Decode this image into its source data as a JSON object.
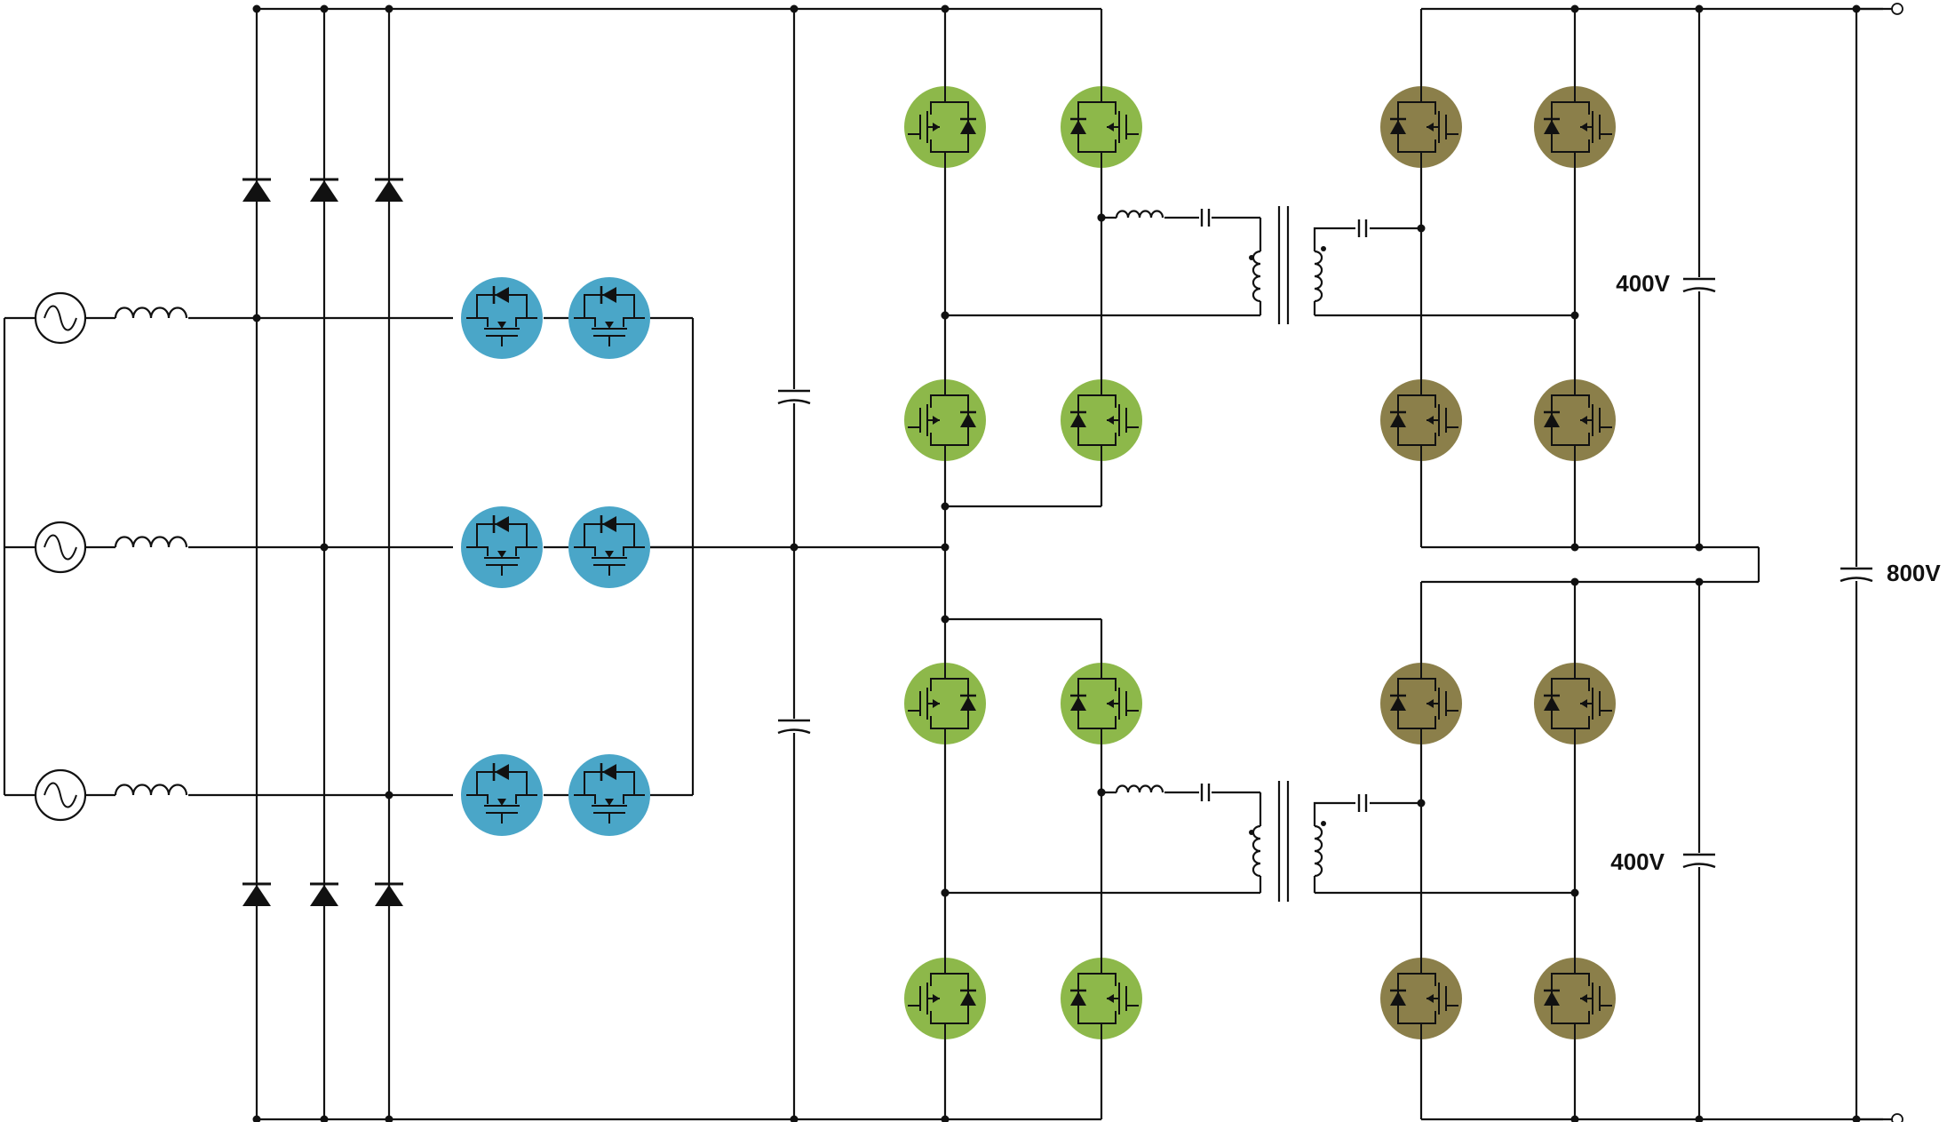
{
  "labels": {
    "upper_capacitor_voltage": "400V",
    "lower_capacitor_voltage": "400V",
    "output_voltage": "800V"
  },
  "colors": {
    "wire": "#111111",
    "vienna_switch_fill": "#4aa6c8",
    "primary_mosfet_fill": "#8db84a",
    "secondary_mosfet_fill": "#8b7f4a",
    "background": "#ffffff"
  },
  "components": {
    "ac_sources": 3,
    "input_inductors": 3,
    "rectifier_diodes": 6,
    "vienna_bidirectional_switches": 6,
    "dc_link_capacitors": 2,
    "primary_full_bridge_mosfets": 8,
    "resonant_tanks": 2,
    "transformers": 2,
    "secondary_full_bridge_mosfets": 8,
    "output_capacitors": 3
  }
}
